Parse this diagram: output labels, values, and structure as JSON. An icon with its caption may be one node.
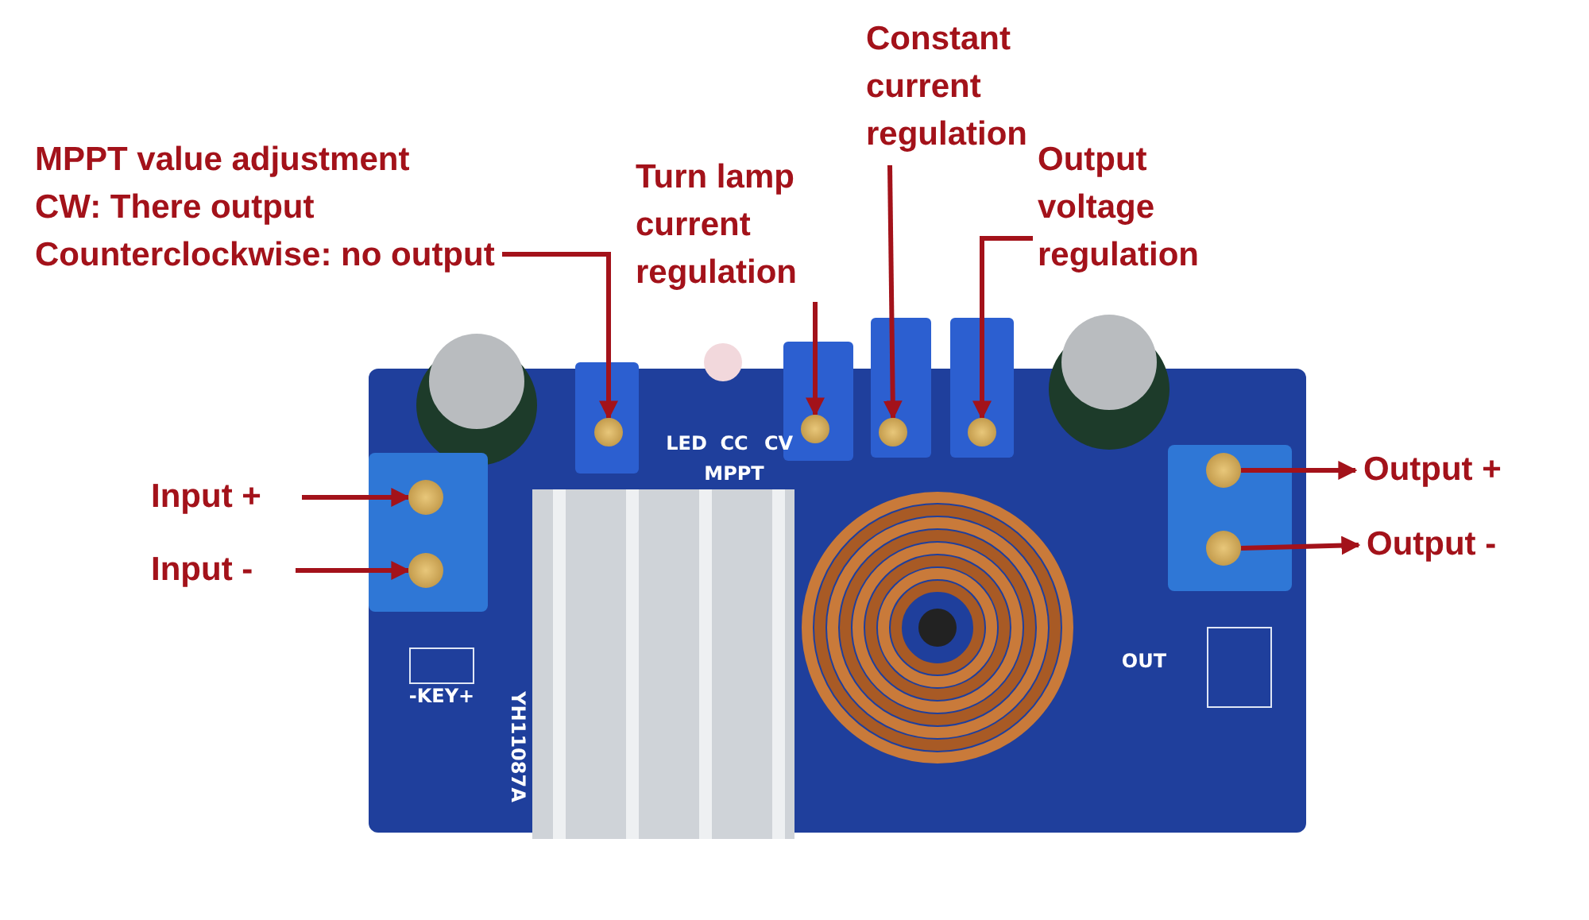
{
  "diagram": {
    "nodes": [
      {
        "text": [
          "MPPT value adjustment",
          "CW: There output",
          "Counterclockwise: no output"
        ]
      },
      {
        "text": [
          "Turn lamp current regulation"
        ]
      },
      {
        "text": [
          "Constant current regulation"
        ]
      },
      {
        "text": [
          "Output voltage regulation"
        ]
      },
      {
        "text": [
          "Input +"
        ]
      },
      {
        "text": [
          "Input -"
        ]
      },
      {
        "text": [
          "Output +"
        ]
      },
      {
        "text": [
          "Output -"
        ]
      },
      {
        "text": [],
        "shape": "picture"
      },
      {
        "text": [],
        "shape": "picture"
      },
      {
        "text": [],
        "shape": "picture"
      },
      {
        "text": [],
        "shape": "picture"
      },
      {
        "text": [],
        "shape": "picture"
      },
      {
        "text": [],
        "shape": "picture"
      },
      {
        "text": [],
        "shape": "picture"
      },
      {
        "text": [],
        "shape": "picture"
      }
    ],
    "edges": [
      {
        "from": 0,
        "to": 8,
        "arrow": "to"
      },
      {
        "from": 1,
        "to": 9,
        "arrow": "to"
      },
      {
        "from": 2,
        "to": 10,
        "arrow": "to"
      },
      {
        "from": 3,
        "to": 11,
        "arrow": "to"
      },
      {
        "from": 4,
        "to": 12,
        "arrow": "to"
      },
      {
        "from": 5,
        "to": 13,
        "arrow": "to"
      },
      {
        "from": 14,
        "to": 6,
        "arrow": "to"
      },
      {
        "from": 15,
        "to": 7,
        "arrow": "to"
      }
    ],
    "labels": [
      "LED",
      "CC",
      "CV",
      "MPPT",
      "OUT",
      "-KEY+",
      "YH11087A"
    ]
  }
}
